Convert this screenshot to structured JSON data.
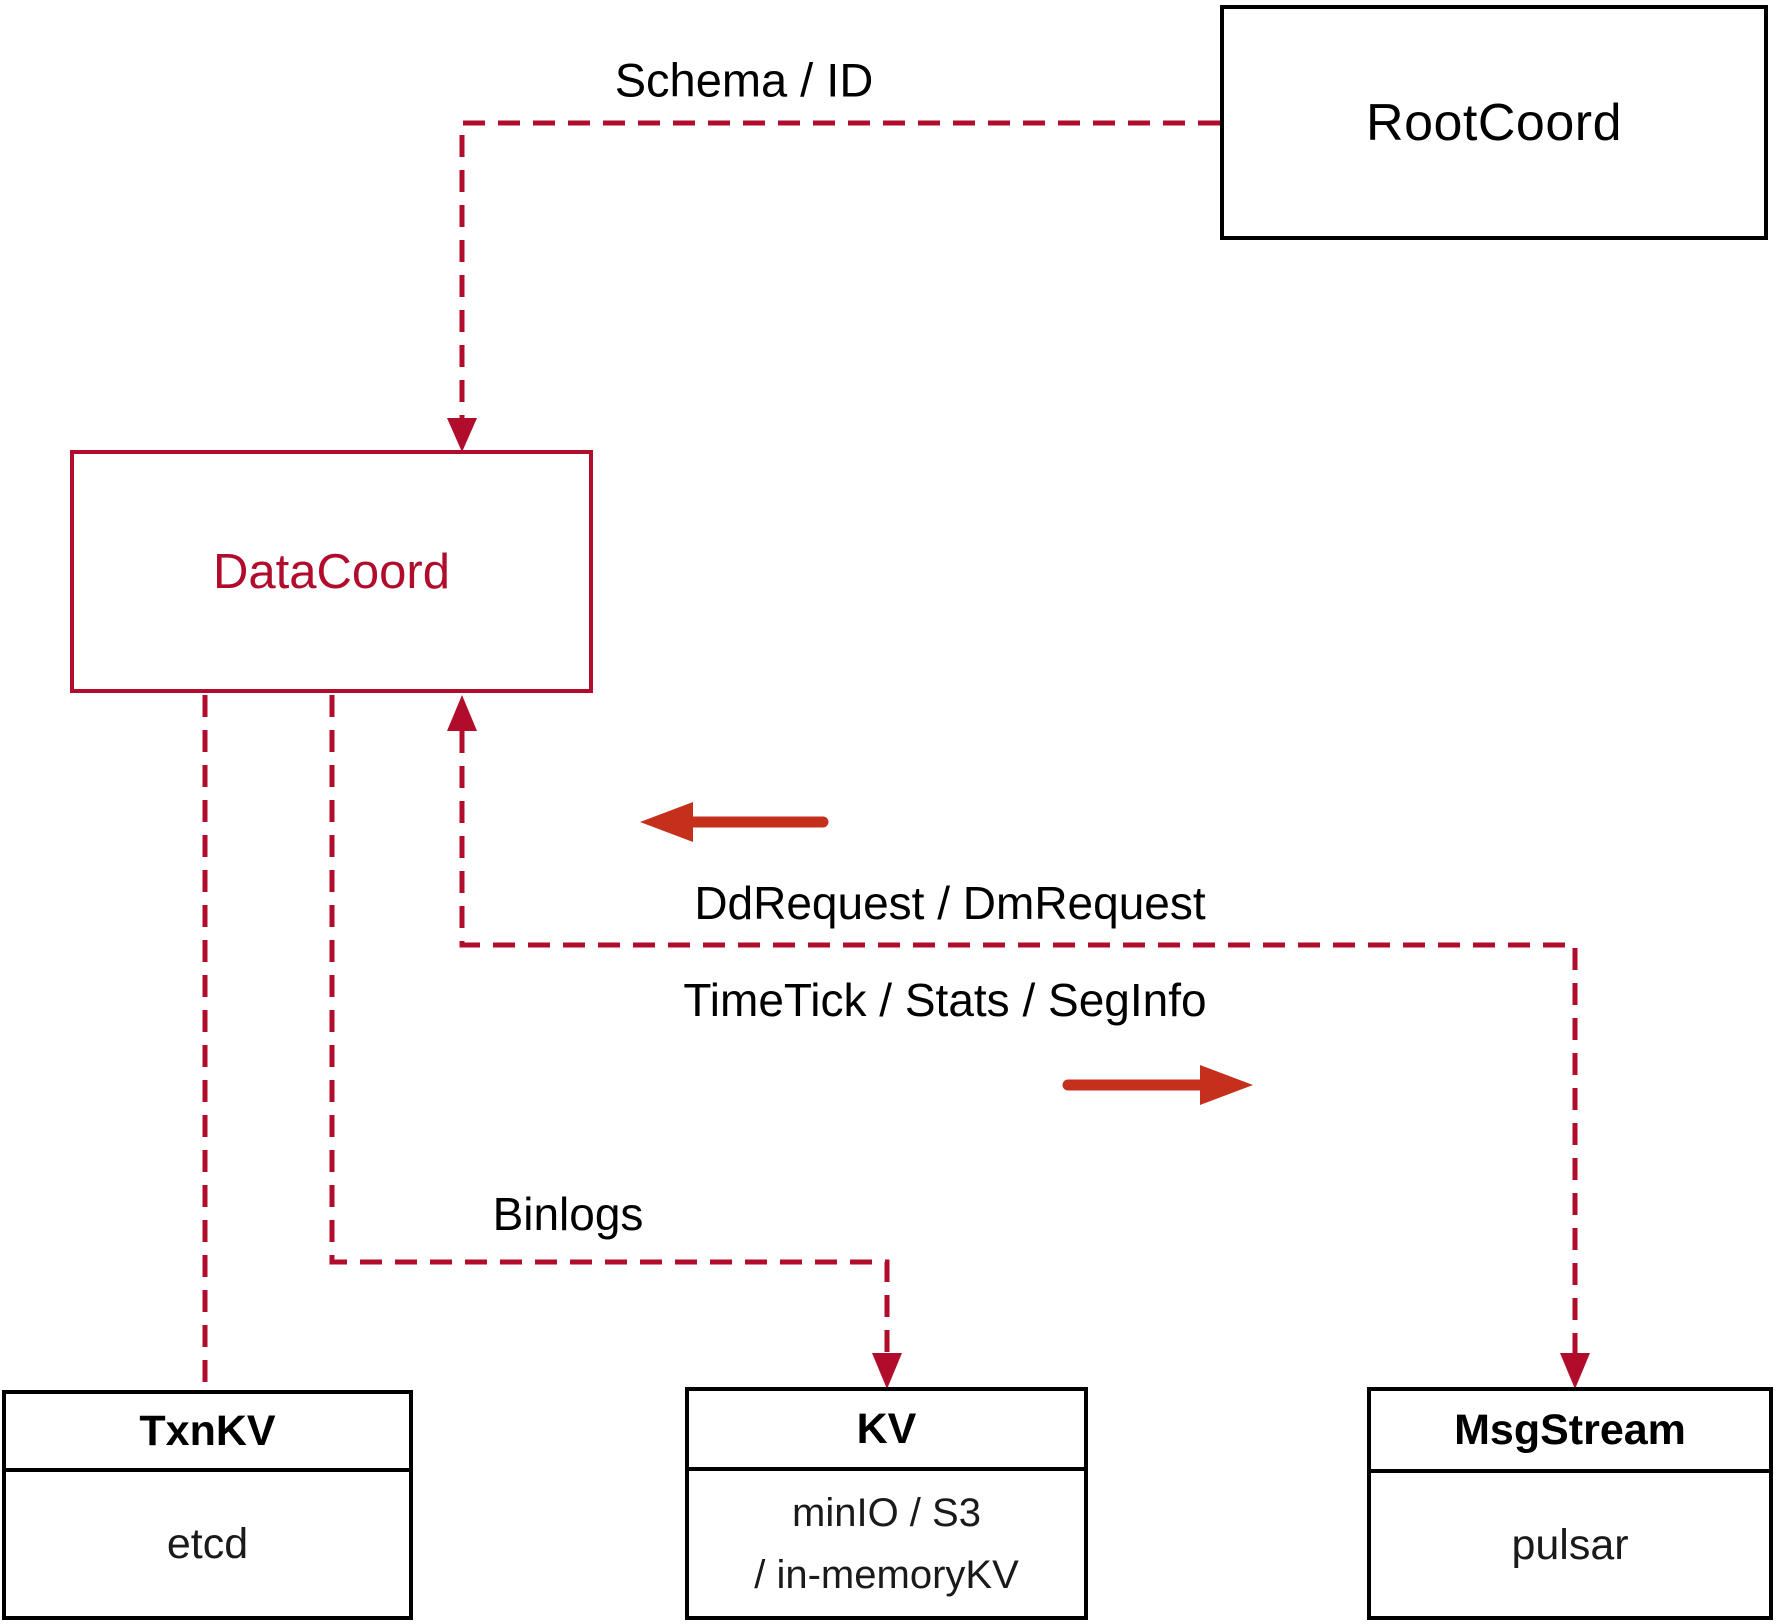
{
  "diagram": {
    "nodes": {
      "rootcoord": {
        "label": "RootCoord"
      },
      "datacoord": {
        "label": "DataCoord"
      },
      "txnkv": {
        "title": "TxnKV",
        "body": "etcd"
      },
      "kv": {
        "title": "KV",
        "body_line1": "minIO / S3",
        "body_line2": "/ in-memoryKV"
      },
      "msgstream": {
        "title": "MsgStream",
        "body": "pulsar"
      }
    },
    "edge_labels": {
      "schema": "Schema / ID",
      "ddrequest": "DdRequest / DmRequest",
      "timetick": "TimeTick / Stats / SegInfo",
      "binlogs": "Binlogs"
    },
    "colors": {
      "dashed_connector_red": "#b10c2c",
      "solid_arrow_red": "#c5301d",
      "box_border_black": "#000000",
      "background": "#ffffff"
    }
  }
}
